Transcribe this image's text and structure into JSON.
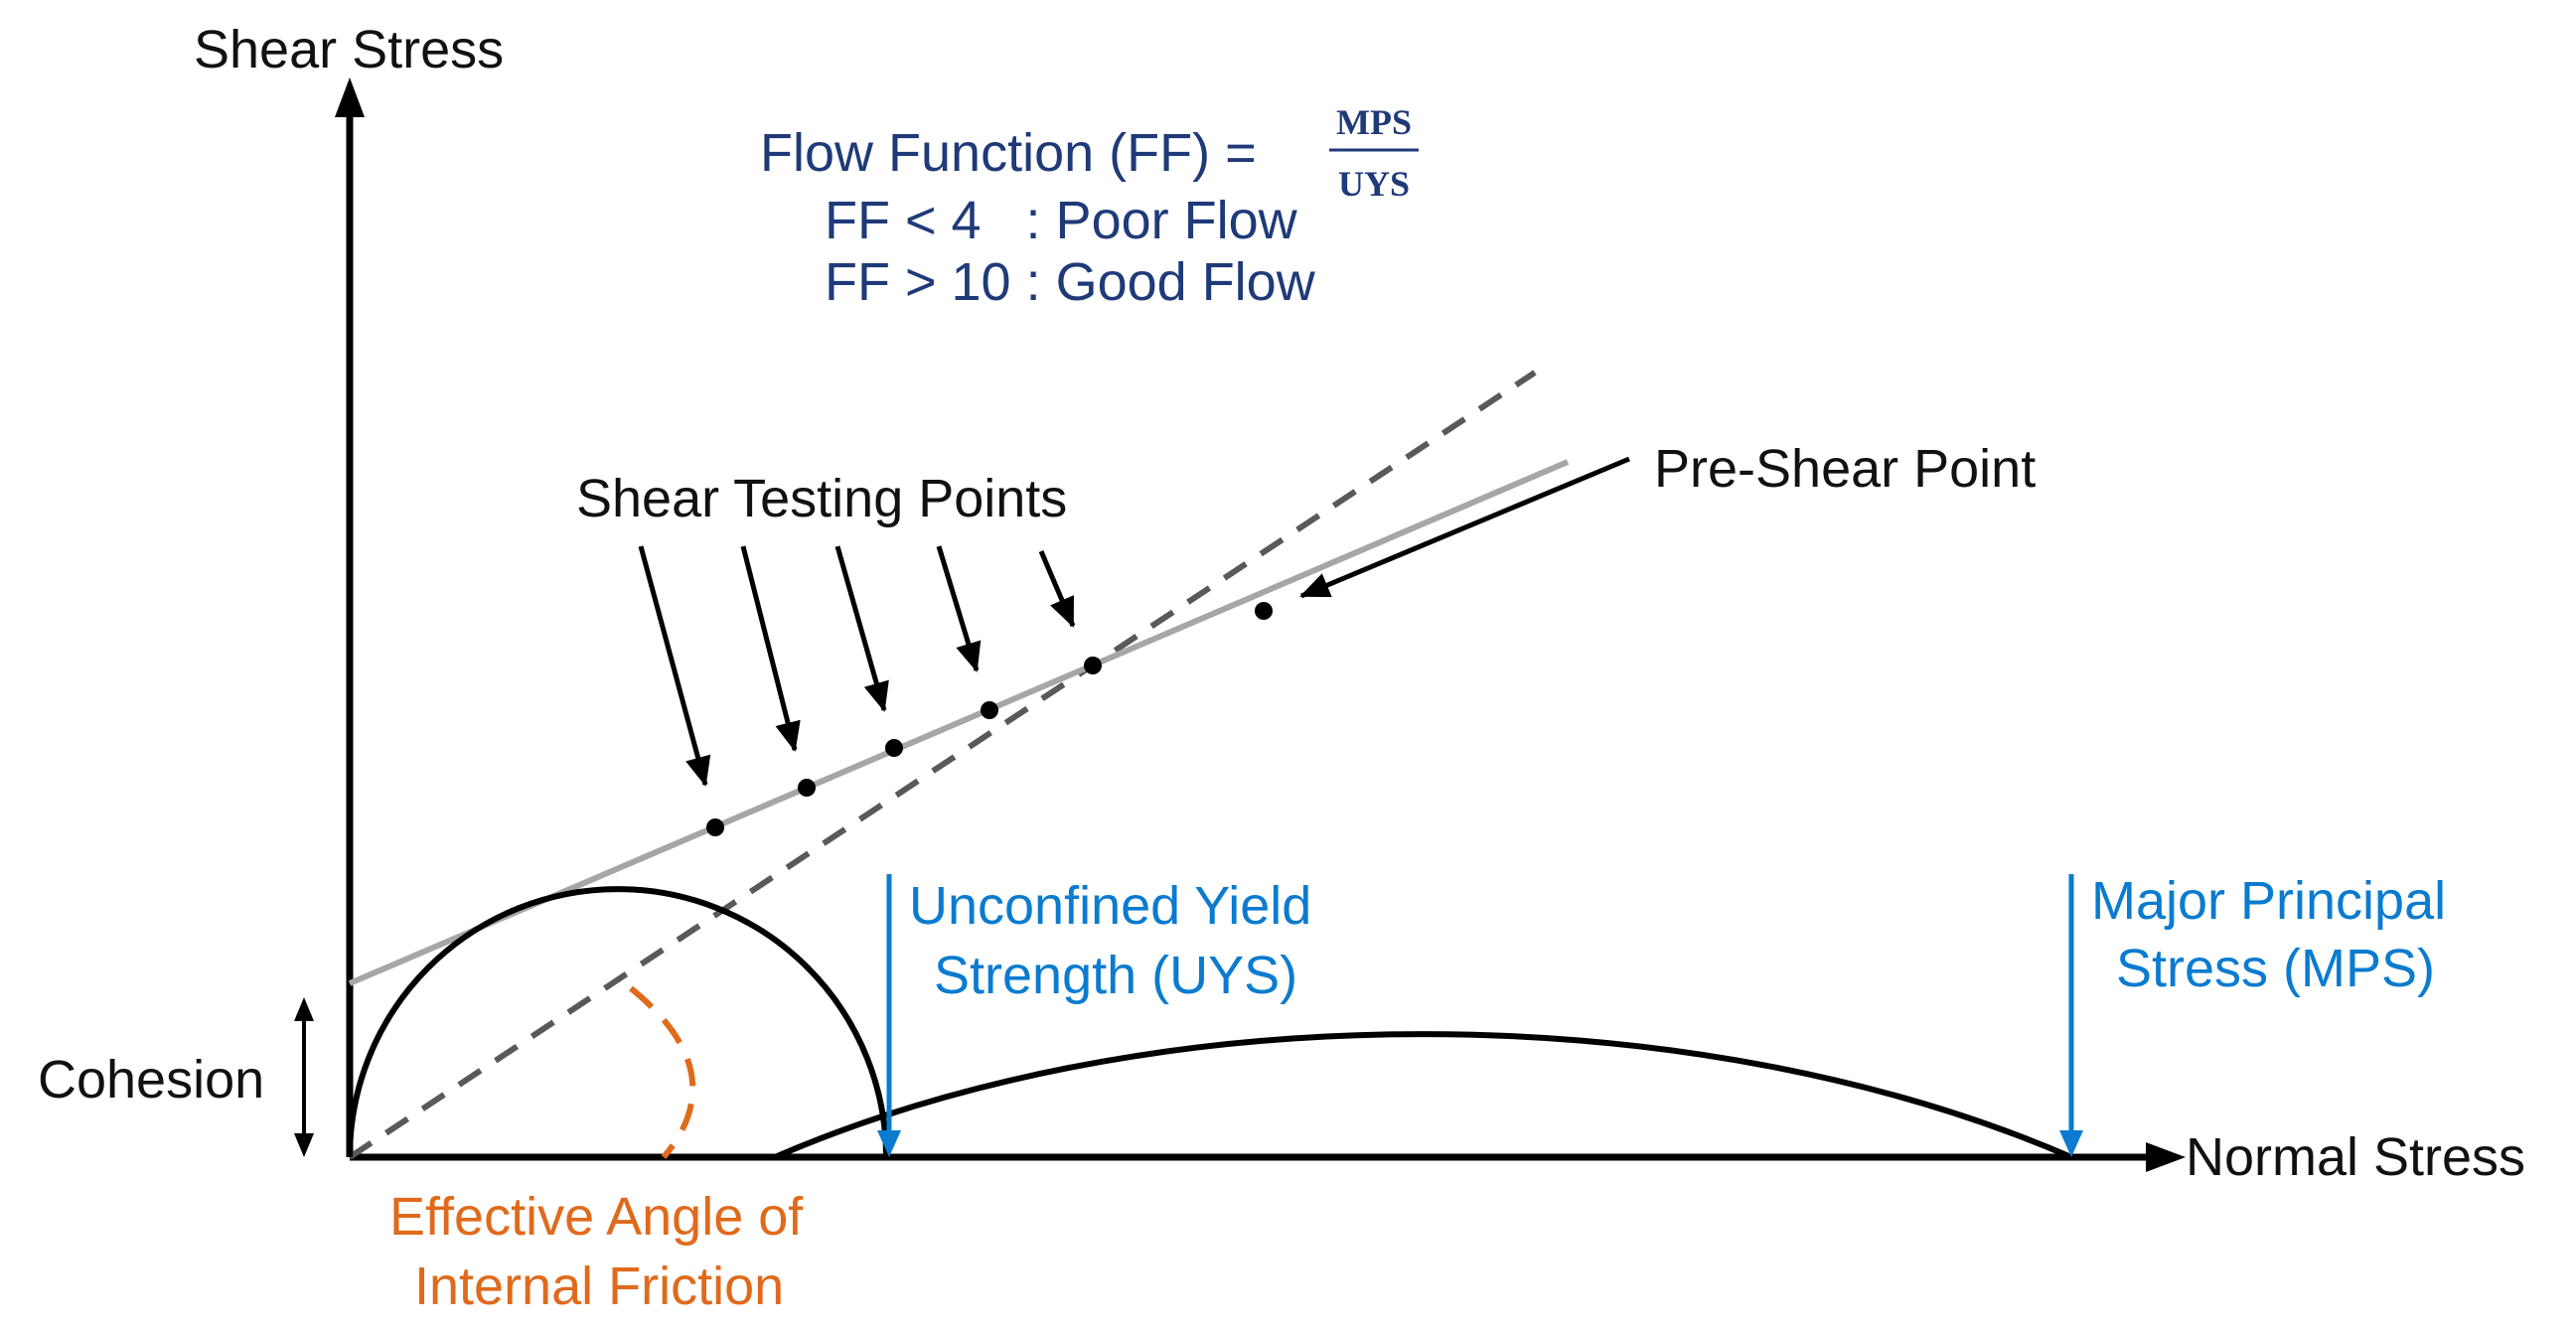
{
  "labels": {
    "y_axis": "Shear Stress",
    "x_axis": "Normal Stress",
    "cohesion": "Cohesion",
    "angle_line1": "Effective Angle of",
    "angle_line2": "Internal Friction",
    "uys_line1": "Unconfined Yield",
    "uys_line2": "Strength (UYS)",
    "mps_line1": "Major Principal",
    "mps_line2": "Stress (MPS)",
    "shear_testing_points": "Shear Testing Points",
    "pre_shear_point": "Pre-Shear Point"
  },
  "formula": {
    "lhs": "Flow Function (FF) =",
    "numerator": "MPS",
    "denominator": "UYS",
    "rule1": "FF < 4   : Poor Flow",
    "rule2": "FF > 10 : Good Flow"
  },
  "colors": {
    "axis": "#000000",
    "circle": "#000000",
    "yield_locus": "#a6a6a6",
    "dashed_line": "#595959",
    "blue_label": "#0a7bd0",
    "formula_text": "#1f3a78",
    "angle_arc": "#e06a1c"
  }
}
